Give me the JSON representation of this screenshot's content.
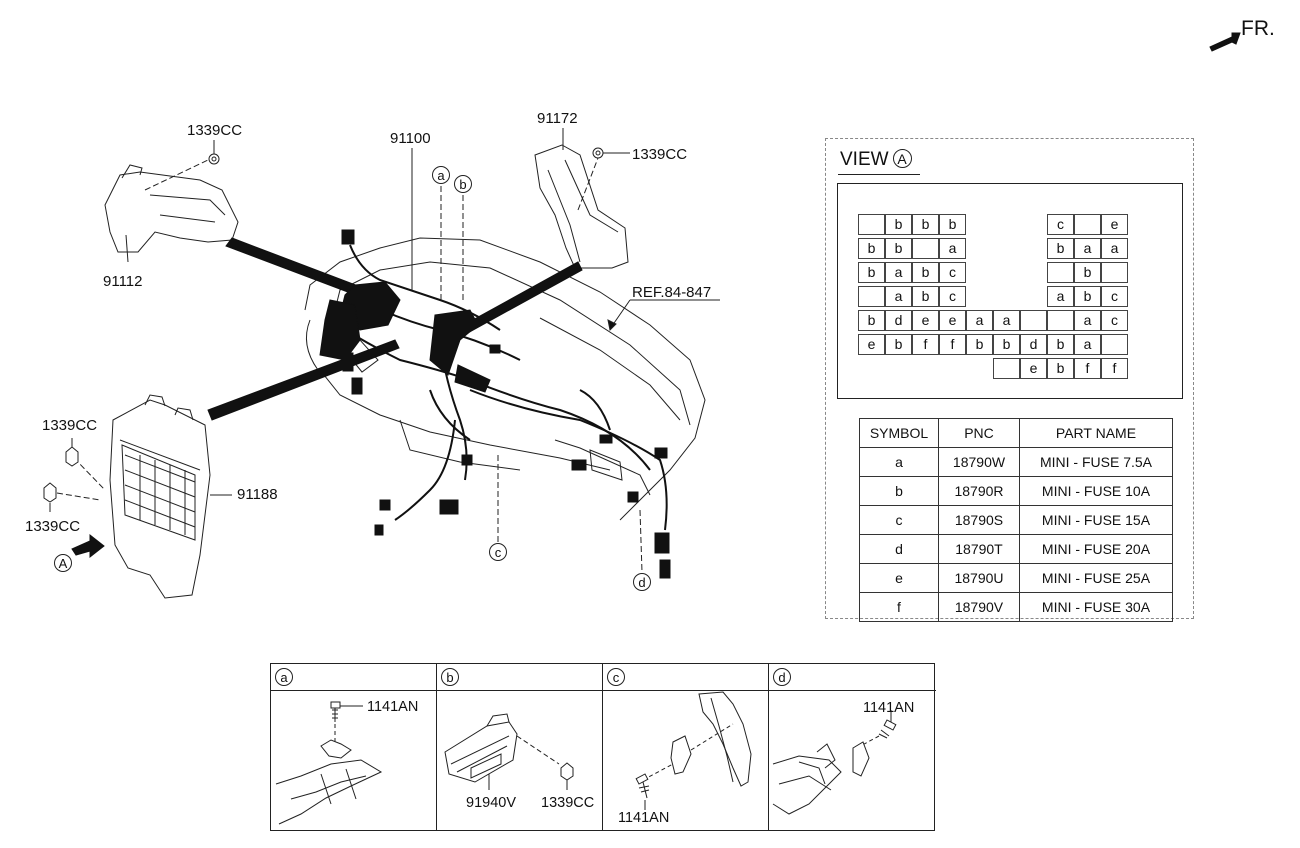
{
  "front_indicator": "FR.",
  "callouts": {
    "n1339cc_top": "1339CC",
    "n91112": "91112",
    "n91100": "91100",
    "n91172": "91172",
    "n1339cc_right": "1339CC",
    "ref": "REF.84-847",
    "n1339cc_left1": "1339CC",
    "n1339cc_left2": "1339CC",
    "n91188": "91188",
    "view_a_marker": "A",
    "circ_a": "a",
    "circ_b": "b",
    "circ_c": "c",
    "circ_d": "d"
  },
  "view_a": {
    "title": "VIEW",
    "marker": "A",
    "fuse_grid": [
      [
        "",
        "b",
        "b",
        "b",
        "",
        "",
        "",
        "c",
        "",
        "e"
      ],
      [
        "b",
        "b",
        "",
        "a",
        "",
        "",
        "",
        "b",
        "a",
        "a"
      ],
      [
        "b",
        "a",
        "b",
        "c",
        "",
        "",
        "",
        "",
        "b",
        ""
      ],
      [
        "",
        "a",
        "b",
        "c",
        "",
        "",
        "",
        "a",
        "b",
        "c"
      ],
      [
        "b",
        "d",
        "e",
        "e",
        "a",
        "a",
        "",
        "",
        "a",
        "c"
      ],
      [
        "e",
        "b",
        "f",
        "f",
        "b",
        "b",
        "d",
        "b",
        "a",
        ""
      ],
      [
        "",
        "",
        "",
        "",
        "",
        "",
        "e",
        "b",
        "f",
        "f"
      ]
    ],
    "legend": {
      "headers": [
        "SYMBOL",
        "PNC",
        "PART NAME"
      ],
      "rows": [
        [
          "a",
          "18790W",
          "MINI - FUSE 7.5A"
        ],
        [
          "b",
          "18790R",
          "MINI - FUSE 10A"
        ],
        [
          "c",
          "18790S",
          "MINI - FUSE 15A"
        ],
        [
          "d",
          "18790T",
          "MINI - FUSE 20A"
        ],
        [
          "e",
          "18790U",
          "MINI - FUSE 25A"
        ],
        [
          "f",
          "18790V",
          "MINI - FUSE 30A"
        ]
      ]
    }
  },
  "details": {
    "a": {
      "marker": "a",
      "part": "1141AN"
    },
    "b": {
      "marker": "b",
      "part1": "91940V",
      "part2": "1339CC"
    },
    "c": {
      "marker": "c",
      "part": "1141AN"
    },
    "d": {
      "marker": "d",
      "part": "1141AN"
    }
  }
}
